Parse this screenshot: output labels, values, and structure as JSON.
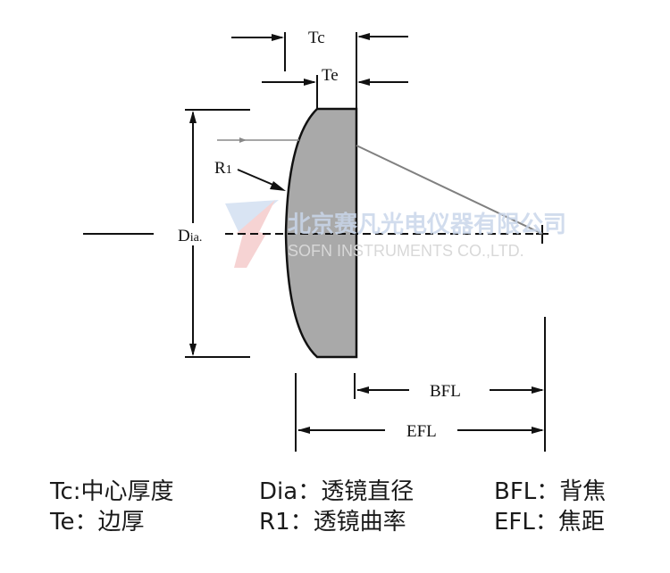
{
  "diagram": {
    "title": "Plano-convex lens parameters",
    "labels": {
      "tc": "Tc",
      "te": "Te",
      "r1_main": "R",
      "r1_sub": "1",
      "dia_main": "D",
      "dia_sub": "ia.",
      "bfl": "BFL",
      "efl": "EFL"
    },
    "colors": {
      "lens_fill": "#a9a9a9",
      "line": "#111111",
      "ray": "#808080",
      "watermark_cn": "#c9d6ea",
      "watermark_en": "#d8d8d8",
      "logo_blue": "#d9e4f3",
      "logo_red": "#f6d3d3"
    },
    "watermark": {
      "company_cn": "北京赛凡光电仪器有限公司",
      "company_en": "SOFN INSTRUMENTS CO.,LTD."
    }
  },
  "legend": {
    "items": [
      {
        "key": "Tc",
        "sep": ":",
        "desc": "中心厚度"
      },
      {
        "key": "Te",
        "sep": "：",
        "desc": "边厚"
      },
      {
        "key": "Dia",
        "sep": "：",
        "desc": "透镜直径"
      },
      {
        "key": "R1",
        "sep": "：",
        "desc": "透镜曲率"
      },
      {
        "key": "BFL",
        "sep": "：",
        "desc": "背焦"
      },
      {
        "key": "EFL",
        "sep": "：",
        "desc": "焦距"
      }
    ]
  }
}
